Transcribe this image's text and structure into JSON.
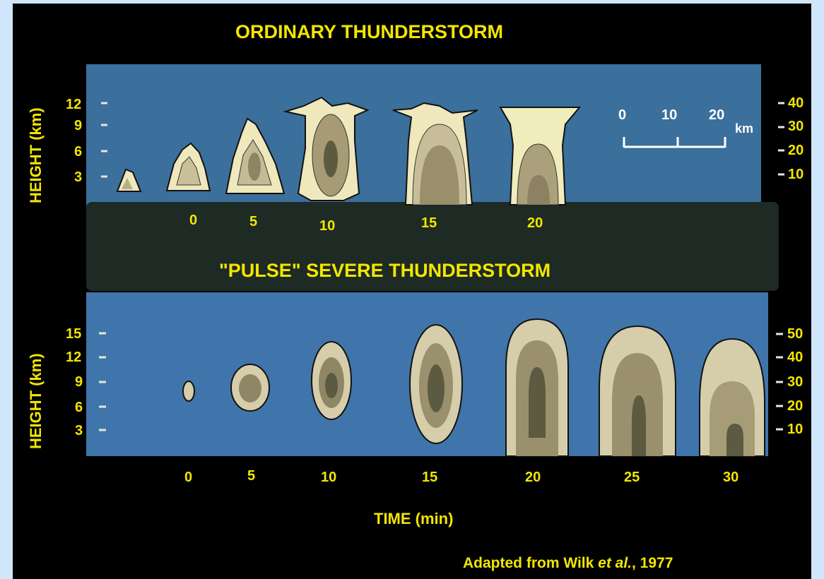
{
  "top": {
    "title": "ORDINARY THUNDERSTORM",
    "y_label": "HEIGHT (km)",
    "left_ticks": [
      "12",
      "9",
      "6",
      "3"
    ],
    "right_ticks": [
      "40",
      "30",
      "20",
      "10"
    ],
    "time_labels": [
      "0",
      "5",
      "10",
      "15",
      "20"
    ],
    "scale": {
      "labels": [
        "0",
        "10",
        "20"
      ],
      "unit": "km"
    }
  },
  "bottom": {
    "title": "\"PULSE\" SEVERE THUNDERSTORM",
    "y_label": "HEIGHT (km)",
    "left_ticks": [
      "15",
      "12",
      "9",
      "6",
      "3"
    ],
    "right_ticks": [
      "50",
      "40",
      "30",
      "20",
      "10"
    ],
    "time_labels": [
      "0",
      "5",
      "10",
      "15",
      "20",
      "25",
      "30"
    ]
  },
  "x_axis_label": "TIME (min)",
  "credit": {
    "prefix": "Adapted from Wilk ",
    "italic": "et al.",
    "suffix": ", 1977"
  },
  "colors": {
    "background": "#cfe6fb",
    "frame": "#000000",
    "text": "#f2e600",
    "top_panel": "#3b6f9c",
    "bottom_panel": "#3f75ab",
    "band": "#1e2a24",
    "cloud_light": "#efe8bd",
    "cloud_mid": "#a79c76",
    "cloud_core": "#5c5a40"
  }
}
